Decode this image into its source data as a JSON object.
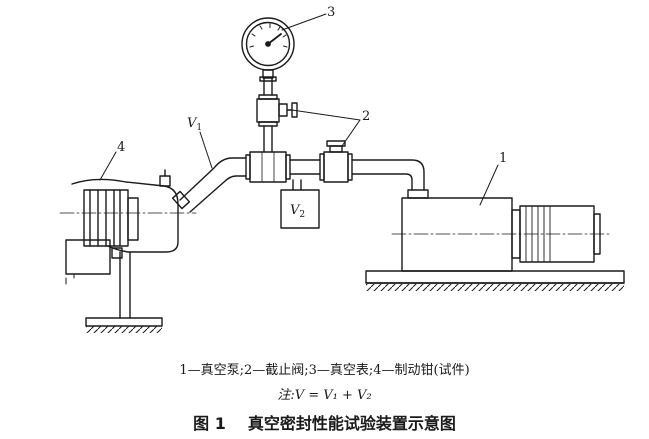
{
  "labels": {
    "pump": "1",
    "valve": "2",
    "gauge": "3",
    "clamp": "4",
    "v1_main": "V",
    "v1_sub": "1",
    "v2_main": "V",
    "v2_sub": "2"
  },
  "legend": "1—真空泵;2—截止阀;3—真空表;4—制动钳(试件)",
  "note": "注:V = V₁ + V₂",
  "figure_number": "图 1",
  "figure_title": "真空密封性能试验装置示意图",
  "colors": {
    "ink": "#1a1a1a",
    "background": "#ffffff"
  }
}
